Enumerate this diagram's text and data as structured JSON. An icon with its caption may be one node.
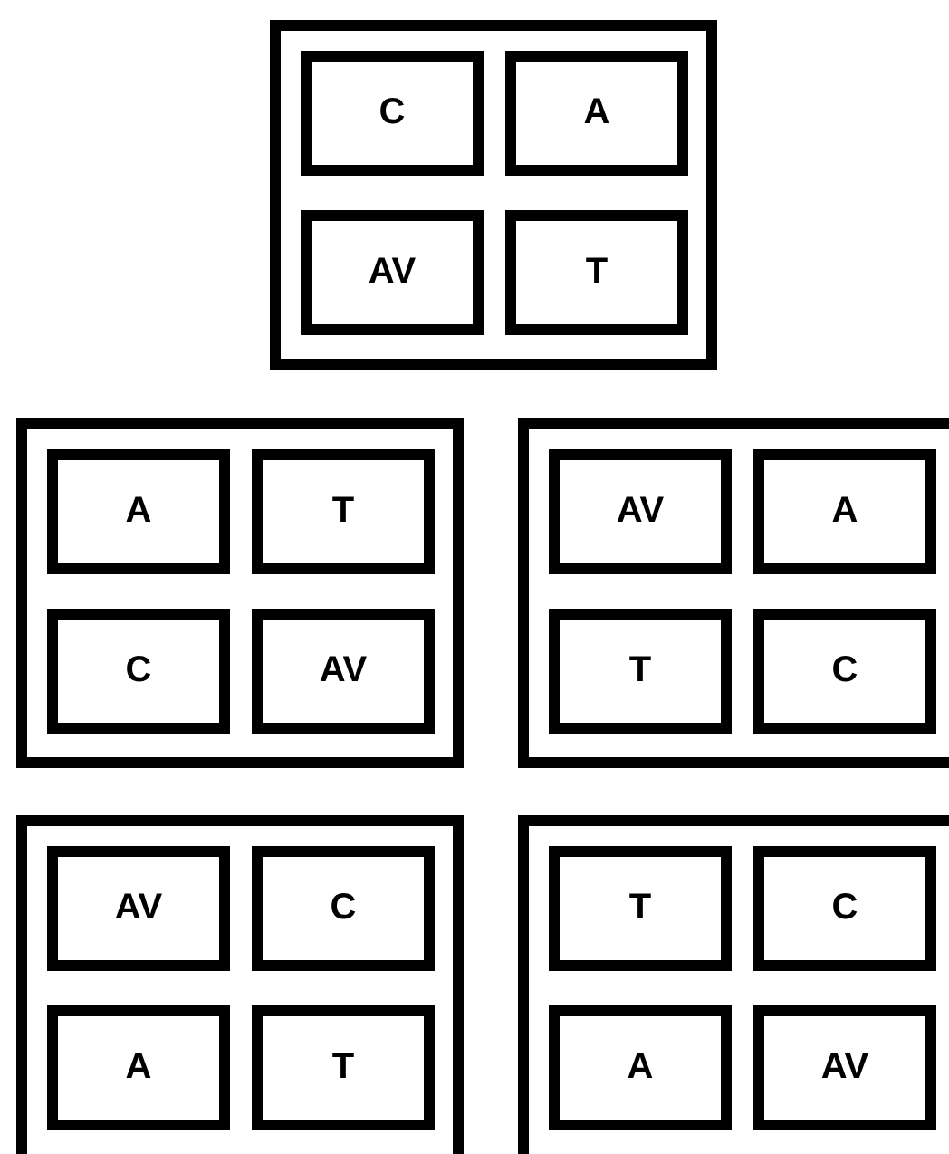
{
  "diagram": {
    "nodes": [
      {
        "text": [],
        "shape": "box"
      },
      {
        "text": [
          "C"
        ],
        "in": 0
      },
      {
        "text": [
          "A"
        ],
        "in": 0
      },
      {
        "text": [
          "AV"
        ],
        "in": 0
      },
      {
        "text": [
          "T"
        ],
        "in": 0
      },
      {
        "text": [],
        "shape": "box"
      },
      {
        "text": [
          "A"
        ],
        "in": 5
      },
      {
        "text": [
          "T"
        ],
        "in": 5
      },
      {
        "text": [
          "C"
        ],
        "in": 5
      },
      {
        "text": [
          "AV"
        ],
        "in": 5
      },
      {
        "text": [],
        "shape": "box"
      },
      {
        "text": [
          "AV"
        ],
        "in": 10
      },
      {
        "text": [
          "A"
        ],
        "in": 10
      },
      {
        "text": [
          "T"
        ],
        "in": 10
      },
      {
        "text": [
          "C"
        ],
        "in": 10
      },
      {
        "text": [],
        "shape": "box"
      },
      {
        "text": [
          "AV"
        ],
        "in": 15
      },
      {
        "text": [
          "C"
        ],
        "in": 15
      },
      {
        "text": [
          "A"
        ],
        "in": 15
      },
      {
        "text": [
          "T"
        ],
        "in": 15
      },
      {
        "text": [],
        "shape": "box"
      },
      {
        "text": [
          "T"
        ],
        "in": 20
      },
      {
        "text": [
          "C"
        ],
        "in": 20
      },
      {
        "text": [
          "A"
        ],
        "in": 20
      },
      {
        "text": [
          "AV"
        ],
        "in": 20
      }
    ]
  }
}
